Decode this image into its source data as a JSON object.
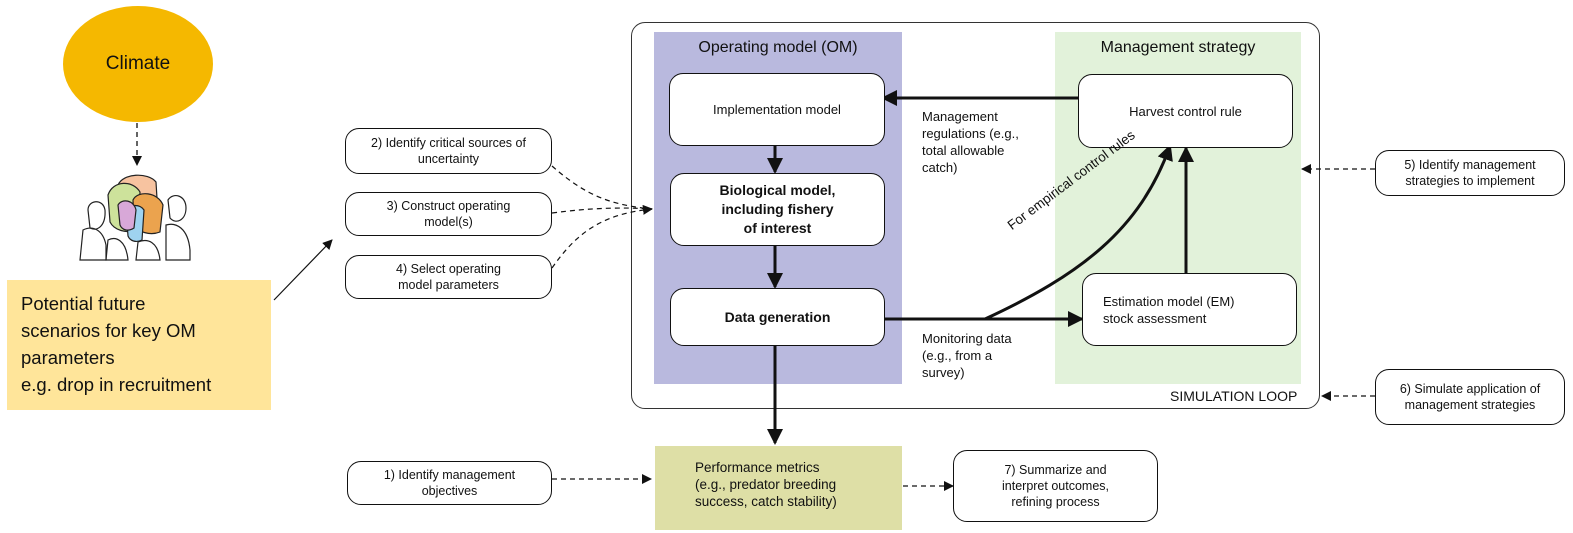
{
  "climate": {
    "label": "Climate",
    "color": "#F5B800"
  },
  "scenario": {
    "text": "Potential future\nscenarios for key OM\nparameters\ne.g. drop in recruitment",
    "color": "#FFE59A"
  },
  "steps": {
    "s1": "1) Identify management\nobjectives",
    "s2": "2) Identify critical sources of\nuncertainty",
    "s3": "3) Construct operating\nmodel(s)",
    "s4": "4)  Select operating\nmodel parameters",
    "s5": "5) Identify management\nstrategies to implement",
    "s6": "6) Simulate application of\nmanagement strategies",
    "s7": "7) Summarize and\ninterpret outcomes,\nrefining process"
  },
  "om": {
    "title": "Operating model (OM)",
    "color": "#B9B9DE",
    "implementation": "Implementation model",
    "biological": "Biological model,\nincluding fishery\nof interest",
    "data_generation": "Data generation"
  },
  "ms": {
    "title": "Management strategy",
    "color": "#E2F2DA",
    "hcr": "Harvest control rule",
    "em": "Estimation model (EM)\nstock assessment"
  },
  "labels": {
    "regulations": "Management\nregulations (e.g.,\ntotal allowable\ncatch)",
    "monitoring": "Monitoring data\n(e.g., from a\nsurvey)",
    "empirical": "For empirical control rules",
    "loop": "SIMULATION LOOP"
  },
  "performance": {
    "text": "Performance metrics\n(e.g., predator breeding\nsuccess, catch stability)",
    "color": "#DEDFA6"
  }
}
